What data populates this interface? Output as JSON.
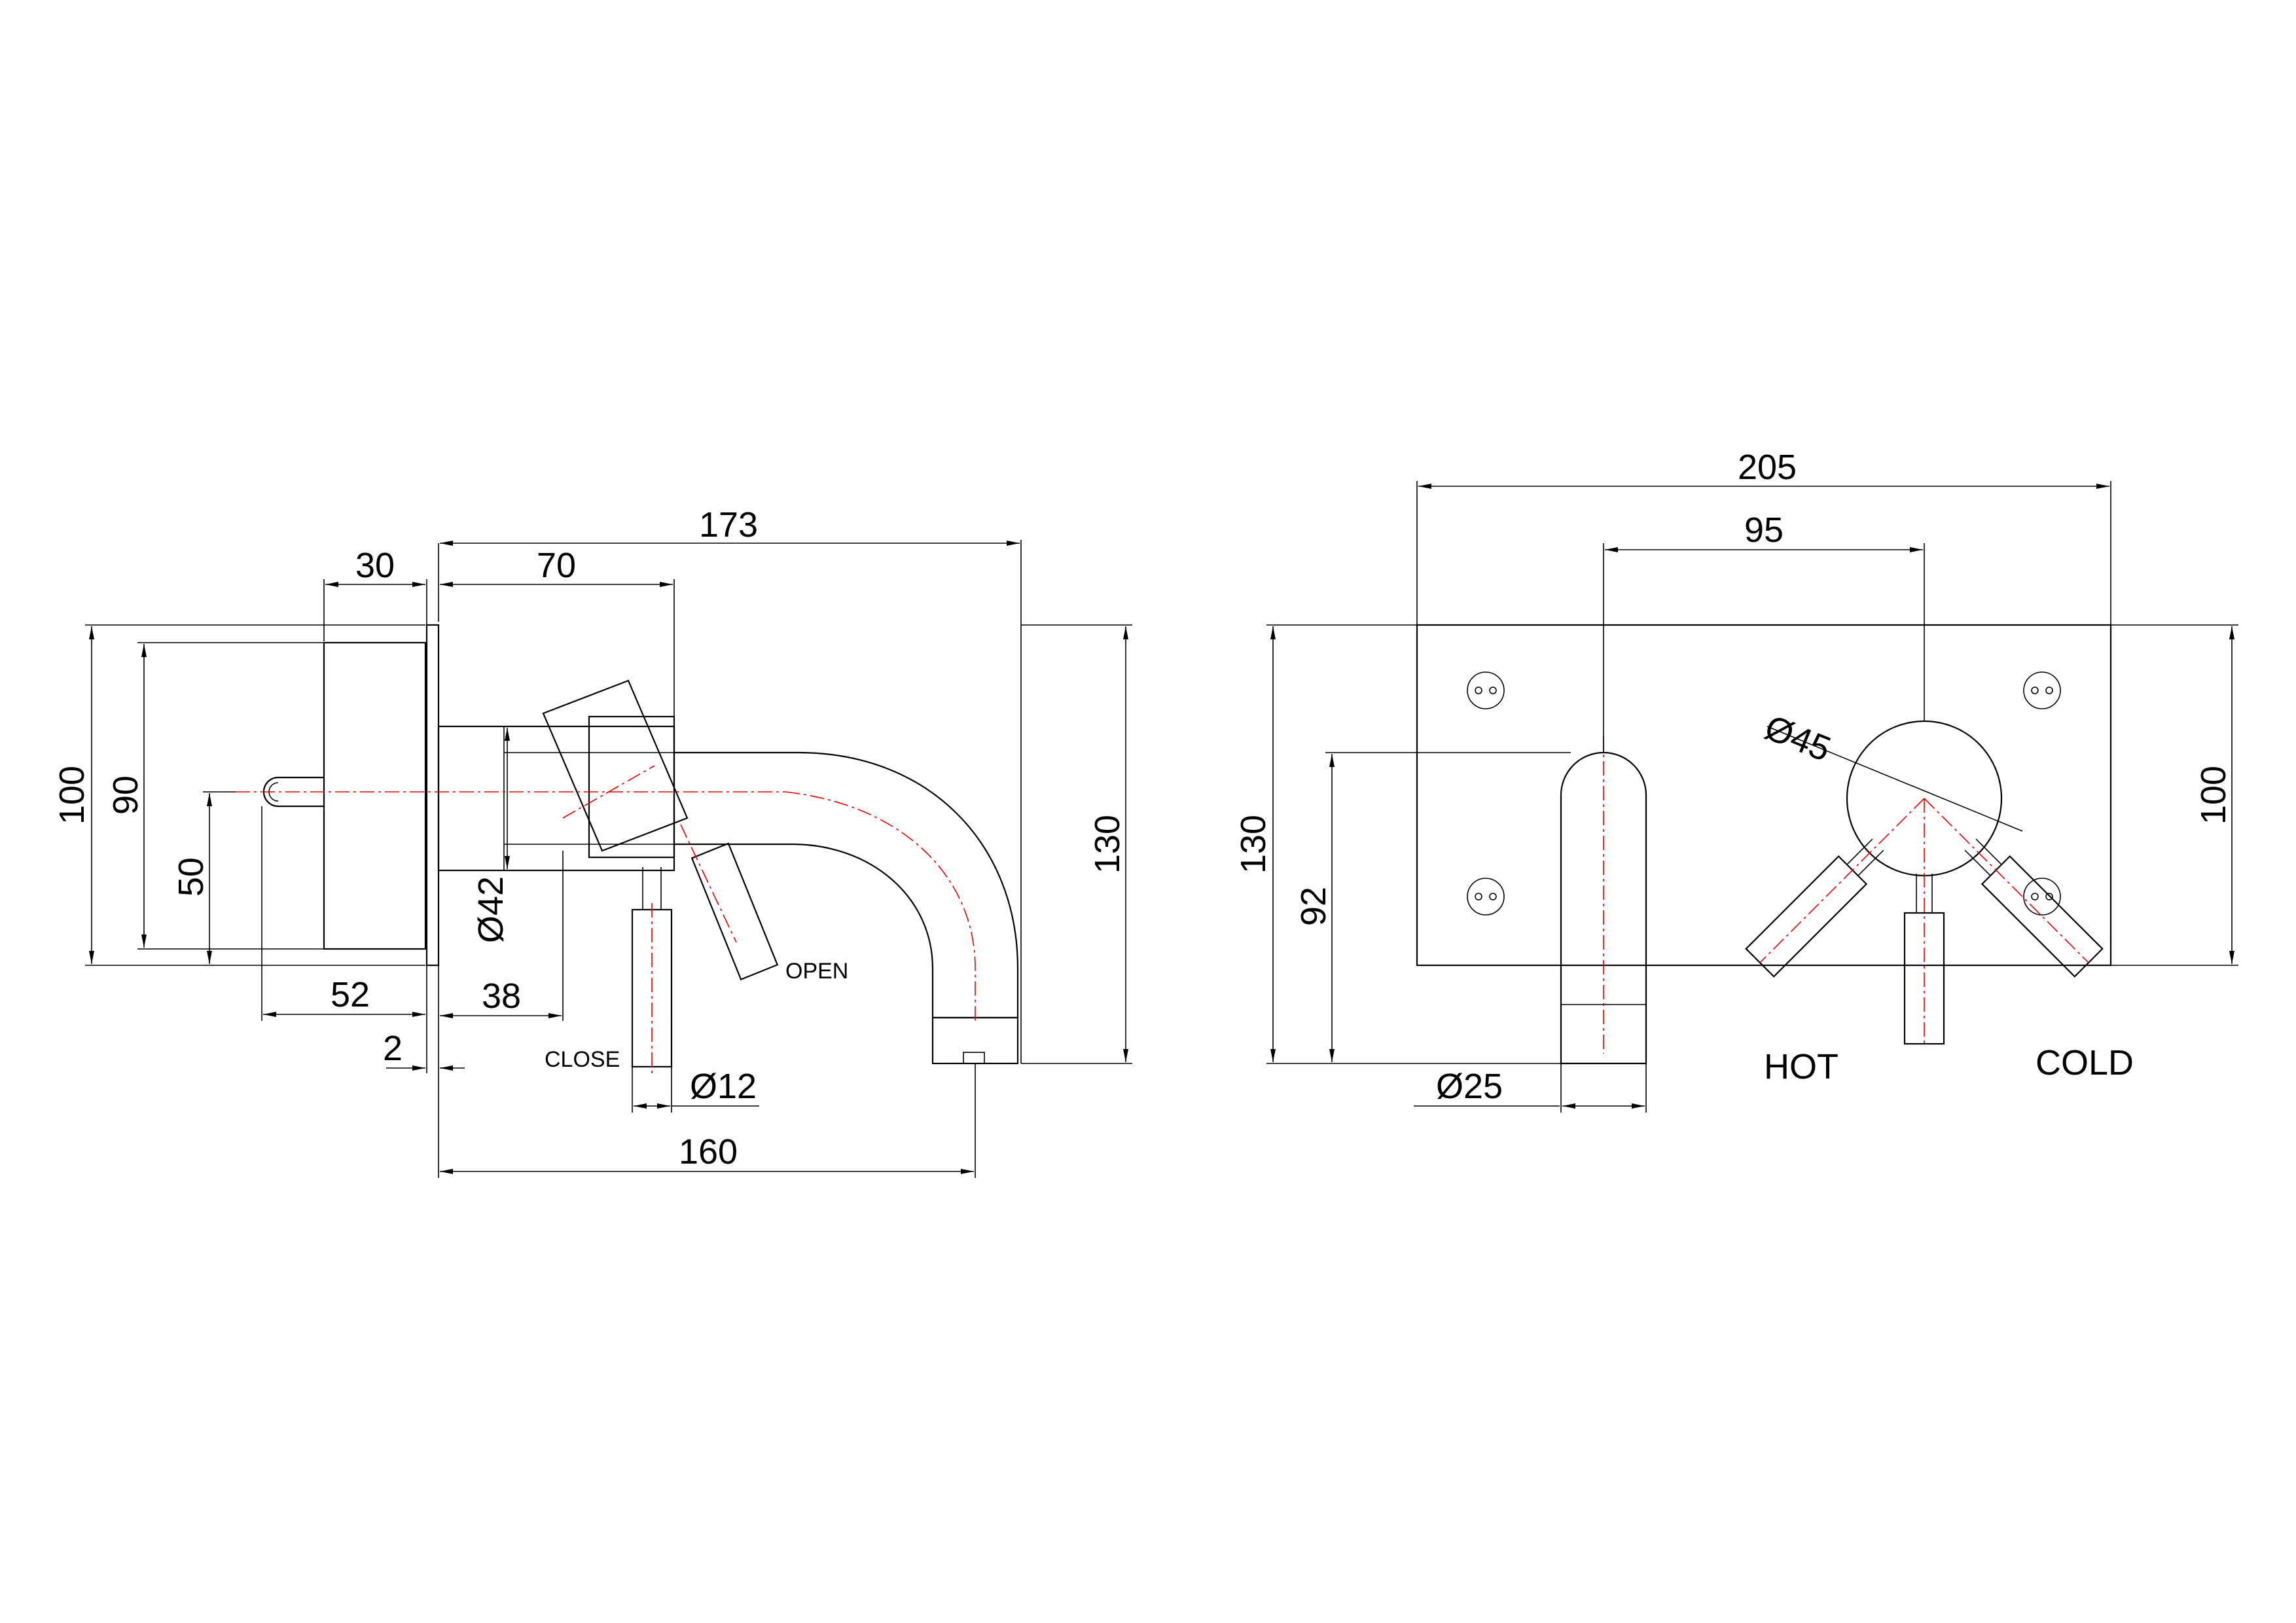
{
  "side_view": {
    "dimensions": {
      "overall_length": "173",
      "wall_depth": "30",
      "spout_start": "70",
      "plate_height": "100",
      "body_height": "90",
      "axis_height": "50",
      "body_depth": "52",
      "spacer": "2",
      "handle_offset": "38",
      "body_diameter": "Ø42",
      "handle_diameter": "Ø12",
      "spout_reach": "160",
      "overall_height": "130"
    },
    "labels": {
      "open": "OPEN",
      "close": "CLOSE"
    }
  },
  "front_view": {
    "dimensions": {
      "plate_width": "205",
      "spout_to_handle": "95",
      "knob_diameter": "Ø45",
      "overall_height": "130",
      "spout_height": "92",
      "plate_height": "100",
      "spout_diameter": "Ø25"
    },
    "labels": {
      "hot": "HOT",
      "cold": "COLD"
    }
  }
}
